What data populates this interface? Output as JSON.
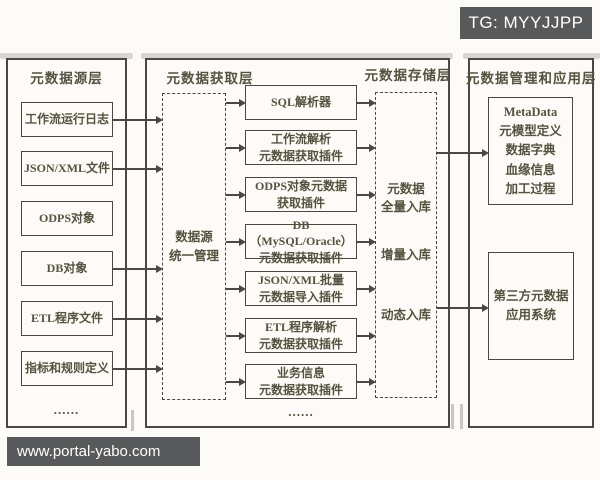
{
  "watermark": {
    "badge_text": "TG: MYYJJPP"
  },
  "footer": {
    "url": "www.portal-yabo.com"
  },
  "colors": {
    "border": "#4a4840",
    "text": "#56523f",
    "overlay_bg": "#58595b",
    "overlay_text": "#ffffff",
    "background": "#fcfbf8"
  },
  "diagram": {
    "source_layer": {
      "title": "元数据源层",
      "items": [
        "工作流运行日志",
        "JSON/XML文件",
        "ODPS对象",
        "DB对象",
        "ETL程序文件",
        "指标和规则定义"
      ],
      "more": "......"
    },
    "acquisition_layer": {
      "title": "元数据获取层",
      "manager": "数据源\n统一管理",
      "plugins": [
        "SQL解析器",
        "工作流解析\n元数据获取插件",
        "ODPS对象元数据\n获取插件",
        "DB（MySQL/Oracle）\n元数据获取插件",
        "JSON/XML批量\n元数据导入插件",
        "ETL程序解析\n元数据获取插件",
        "业务信息\n元数据获取插件"
      ],
      "more": "......"
    },
    "storage_layer": {
      "title": "元数据存储层",
      "modes": [
        "元数据\n全量入库",
        "增量入库",
        "动态入库"
      ]
    },
    "application_layer": {
      "title": "元数据管理和应用层",
      "metadata_box": "MetaData\n元模型定义\n数据字典\n血缘信息\n加工过程",
      "third_party_box": "第三方元数据\n应用系统"
    }
  }
}
